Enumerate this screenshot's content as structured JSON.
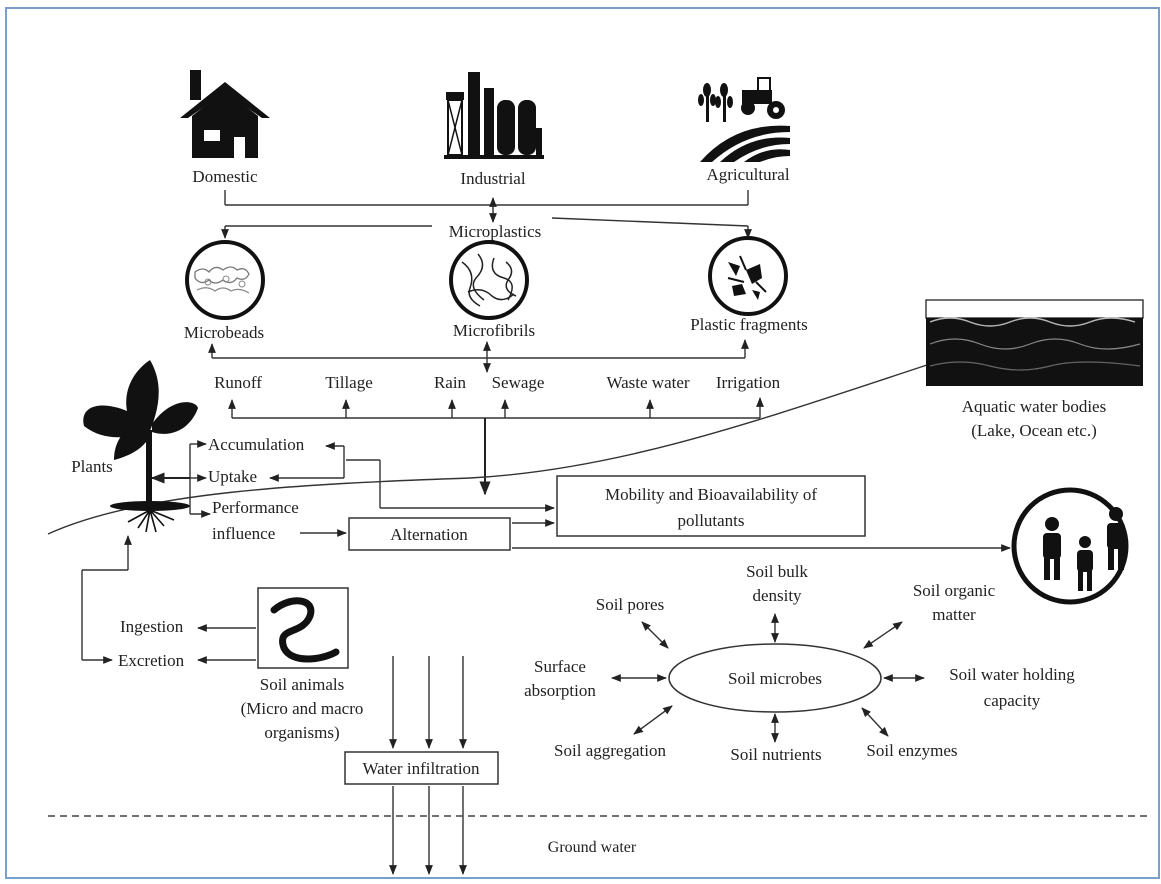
{
  "sources": {
    "domestic": "Domestic",
    "industrial": "Industrial",
    "agricultural": "Agricultural"
  },
  "microplastics": "Microplastics",
  "types": {
    "microbeads": "Microbeads",
    "microfibrils": "Microfibrils",
    "fragments": "Plastic fragments"
  },
  "pathways": [
    "Runoff",
    "Tillage",
    "Rain",
    "Sewage",
    "Waste water",
    "Irrigation"
  ],
  "aquatic": {
    "line1": "Aquatic water bodies",
    "line2": "(Lake, Ocean etc.)"
  },
  "plants": {
    "label": "Plants",
    "accumulation": "Accumulation",
    "uptake": "Uptake",
    "performance1": "Performance",
    "performance2": "influence"
  },
  "mobility": {
    "line1": "Mobility and Bioavailability of",
    "line2": "pollutants"
  },
  "alternation": "Alternation",
  "soil_animals": {
    "ingestion": "Ingestion",
    "excretion": "Excretion",
    "line1": "Soil animals",
    "line2": "(Micro and macro",
    "line3": "organisms)"
  },
  "water_infiltration": "Water infiltration",
  "ground_water": "Ground water",
  "soil": {
    "center": "Soil microbes",
    "pores": "Soil pores",
    "bulk1": "Soil bulk",
    "bulk2": "density",
    "organic1": "Soil organic",
    "organic2": "matter",
    "surface1": "Surface",
    "surface2": "absorption",
    "water1": "Soil water holding",
    "water2": "capacity",
    "aggregation": "Soil aggregation",
    "nutrients": "Soil nutrients",
    "enzymes": "Soil enzymes"
  }
}
